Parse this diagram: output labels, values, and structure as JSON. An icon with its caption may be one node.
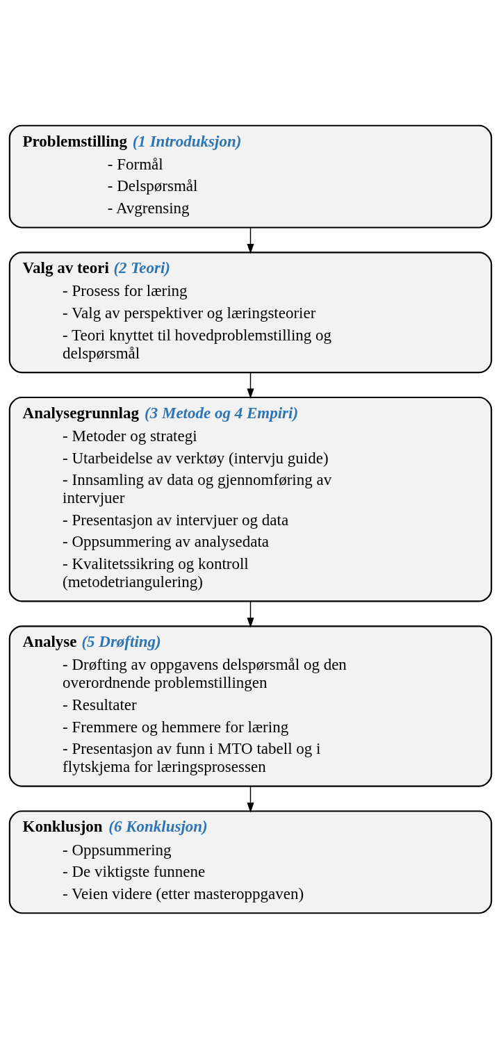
{
  "diagram": {
    "nodes": [
      {
        "text": [
          "Problemstilling",
          "(1 Introduksjon)",
          "- Formål",
          "- Delspørsmål",
          "- Avgrensing"
        ]
      },
      {
        "text": [
          "Valg av teori",
          "(2 Teori)",
          "- Prosess for læring",
          "- Valg av perspektiver og læringsteorier",
          "- Teori knyttet til hovedproblemstilling og delspørsmål"
        ]
      },
      {
        "text": [
          "Analysegrunnlag",
          "(3 Metode og 4 Empiri)",
          "- Metoder og strategi",
          "- Utarbeidelse av verktøy (intervju guide)",
          "- Innsamling av data og gjennomføring av intervjuer",
          "- Presentasjon av intervjuer og data",
          "- Oppsummering av analysedata",
          "- Kvalitetssikring og kontroll (metodetriangulering)"
        ]
      },
      {
        "text": [
          "Analyse",
          "(5 Drøfting)",
          "- Drøfting av oppgavens delspørsmål og den overordnende problemstillingen",
          "- Resultater",
          "- Fremmere og hemmere for læring",
          "- Presentasjon av funn i MTO tabell og i flytskjema for læringsprosessen"
        ]
      },
      {
        "text": [
          "Konklusjon",
          "(6 Konklusjon)",
          "- Oppsummering",
          "- De viktigste funnene",
          "- Veien videre (etter masteroppgaven)"
        ]
      }
    ],
    "edges": [
      {
        "from": 0,
        "to": 1,
        "arrow": "to"
      },
      {
        "from": 1,
        "to": 2,
        "arrow": "to"
      },
      {
        "from": 2,
        "to": 3,
        "arrow": "to"
      },
      {
        "from": 3,
        "to": 4,
        "arrow": "to"
      }
    ]
  }
}
